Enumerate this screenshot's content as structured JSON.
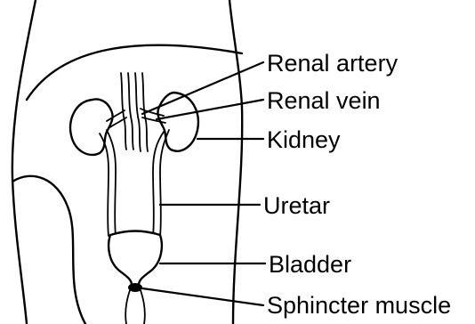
{
  "labels": {
    "renal_artery": "Renal artery",
    "renal_vein": "Renal vein",
    "kidney": "Kidney",
    "uretar": "Uretar",
    "bladder": "Bladder",
    "sphincter_muscle": "Sphincter muscle"
  }
}
